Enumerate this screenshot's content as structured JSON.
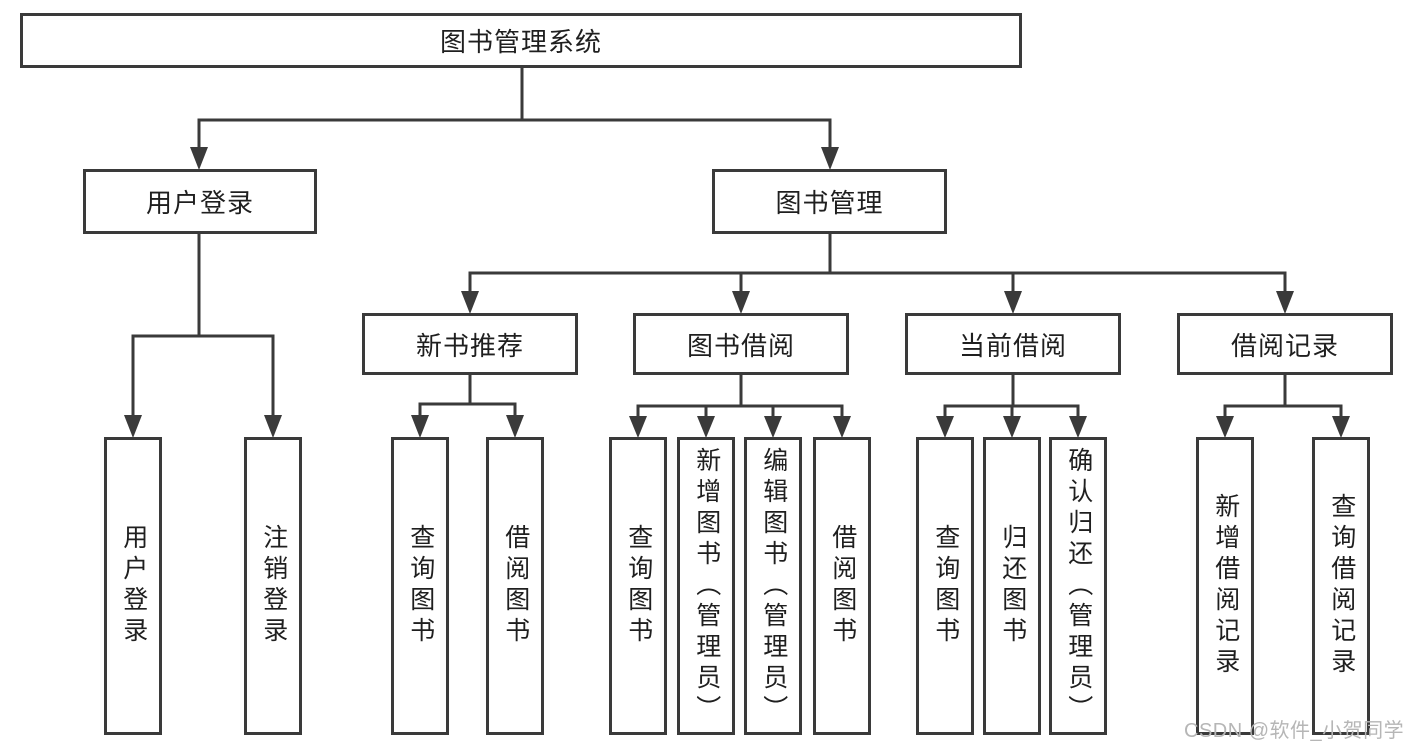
{
  "diagram": {
    "root": "图书管理系统",
    "branches": [
      {
        "label": "用户登录",
        "children": [
          "用户登录",
          "注销登录"
        ]
      },
      {
        "label": "图书管理",
        "sections": [
          {
            "label": "新书推荐",
            "children": [
              "查询图书",
              "借阅图书"
            ]
          },
          {
            "label": "图书借阅",
            "children": [
              "查询图书",
              "新增图书（管理员）",
              "编辑图书（管理员）",
              "借阅图书"
            ]
          },
          {
            "label": "当前借阅",
            "children": [
              "查询图书",
              "归还图书",
              "确认归还（管理员）"
            ]
          },
          {
            "label": "借阅记录",
            "children": [
              "新增借阅记录",
              "查询借阅记录"
            ]
          }
        ]
      }
    ]
  },
  "watermark": "CSDN @软件_小贺同学",
  "colors": {
    "line": "#3a3a3a",
    "box_border": "#3a3a3a",
    "box_fill": "#ffffff",
    "text": "#1f1f1f",
    "watermark": "#b6b6b6"
  }
}
